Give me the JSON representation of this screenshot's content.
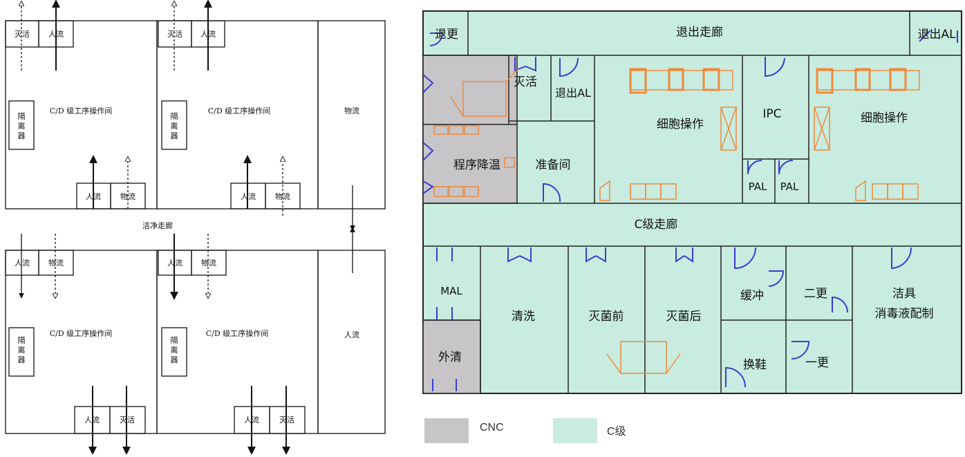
{
  "left": {
    "rooms_top": [
      {
        "a": "灭活",
        "b": "人流",
        "main": "C/D 级工序操作间",
        "iso": [
          "隔",
          "离",
          "器"
        ],
        "bottom": [
          "人流",
          "物流"
        ]
      },
      {
        "a": "灭活",
        "b": "人流",
        "main": "C/D 级工序操作间",
        "iso": [
          "隔",
          "离",
          "器"
        ],
        "bottom": [
          "人流",
          "物流"
        ]
      }
    ],
    "rooms_bottom": [
      {
        "a": "人流",
        "b": "物流",
        "main": "C/D 级工序操作间",
        "iso": [
          "隔",
          "离",
          "器"
        ],
        "bottom": [
          "人流",
          "灭活"
        ]
      },
      {
        "a": "人流",
        "b": "物流",
        "main": "C/D 级工序操作间",
        "iso": [
          "隔",
          "离",
          "器"
        ],
        "bottom": [
          "人流",
          "灭活"
        ]
      }
    ],
    "right_top_label": "物流",
    "right_bottom_label": "人流",
    "corridor_label": "洁净走廊"
  },
  "right": {
    "labels": {
      "tuigeng": "退更",
      "exit_corridor": "退出走廊",
      "exit_al_top": "退出AL",
      "miehuo": "灭活",
      "exit_al": "退出AL",
      "cell_op_1": "细胞操作",
      "ipc": "IPC",
      "cell_op_2": "细胞操作",
      "prog_cool": "程序降温",
      "prep": "准备间",
      "pal_1": "PAL",
      "pal_2": "PAL",
      "c_corridor": "C级走廊",
      "mal": "MAL",
      "qingxi": "清洗",
      "miejun_qian": "灭菌前",
      "miejun_hou": "灭菌后",
      "huanchong": "缓冲",
      "ergeng": "二更",
      "jieju": "洁具",
      "xiaodu": "消毒液配制",
      "waiqing": "外清",
      "huanxie": "换鞋",
      "yigeng": "一更"
    },
    "legend": [
      {
        "label": "CNC",
        "color": "#c8c5c8"
      },
      {
        "label": "C级",
        "color": "#c9ece0"
      }
    ],
    "colors": {
      "c_grade": "#c9ece0",
      "cnc": "#c8c5c8",
      "door": "#3b3bd0",
      "equipment": "#ee8a3a"
    }
  }
}
